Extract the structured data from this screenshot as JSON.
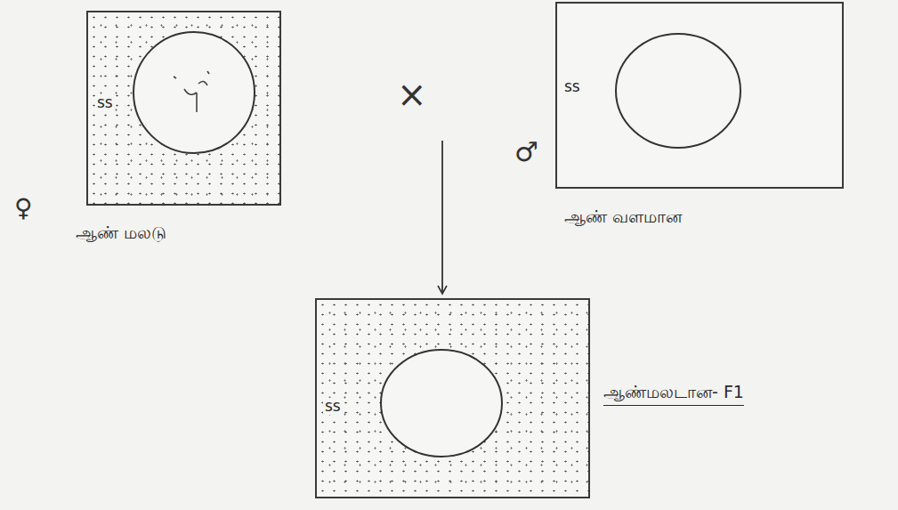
{
  "diagram": {
    "nodes": [
      {
        "text": [
          "ss",
          "ஆண் மலடு"
        ]
      },
      {
        "text": [
          "ss",
          "ஆண் வளமான"
        ]
      },
      {
        "text": [
          "ss",
          "ஆண்மலடான- F1"
        ]
      }
    ],
    "labels": [
      "♀",
      "×",
      "♂"
    ]
  }
}
